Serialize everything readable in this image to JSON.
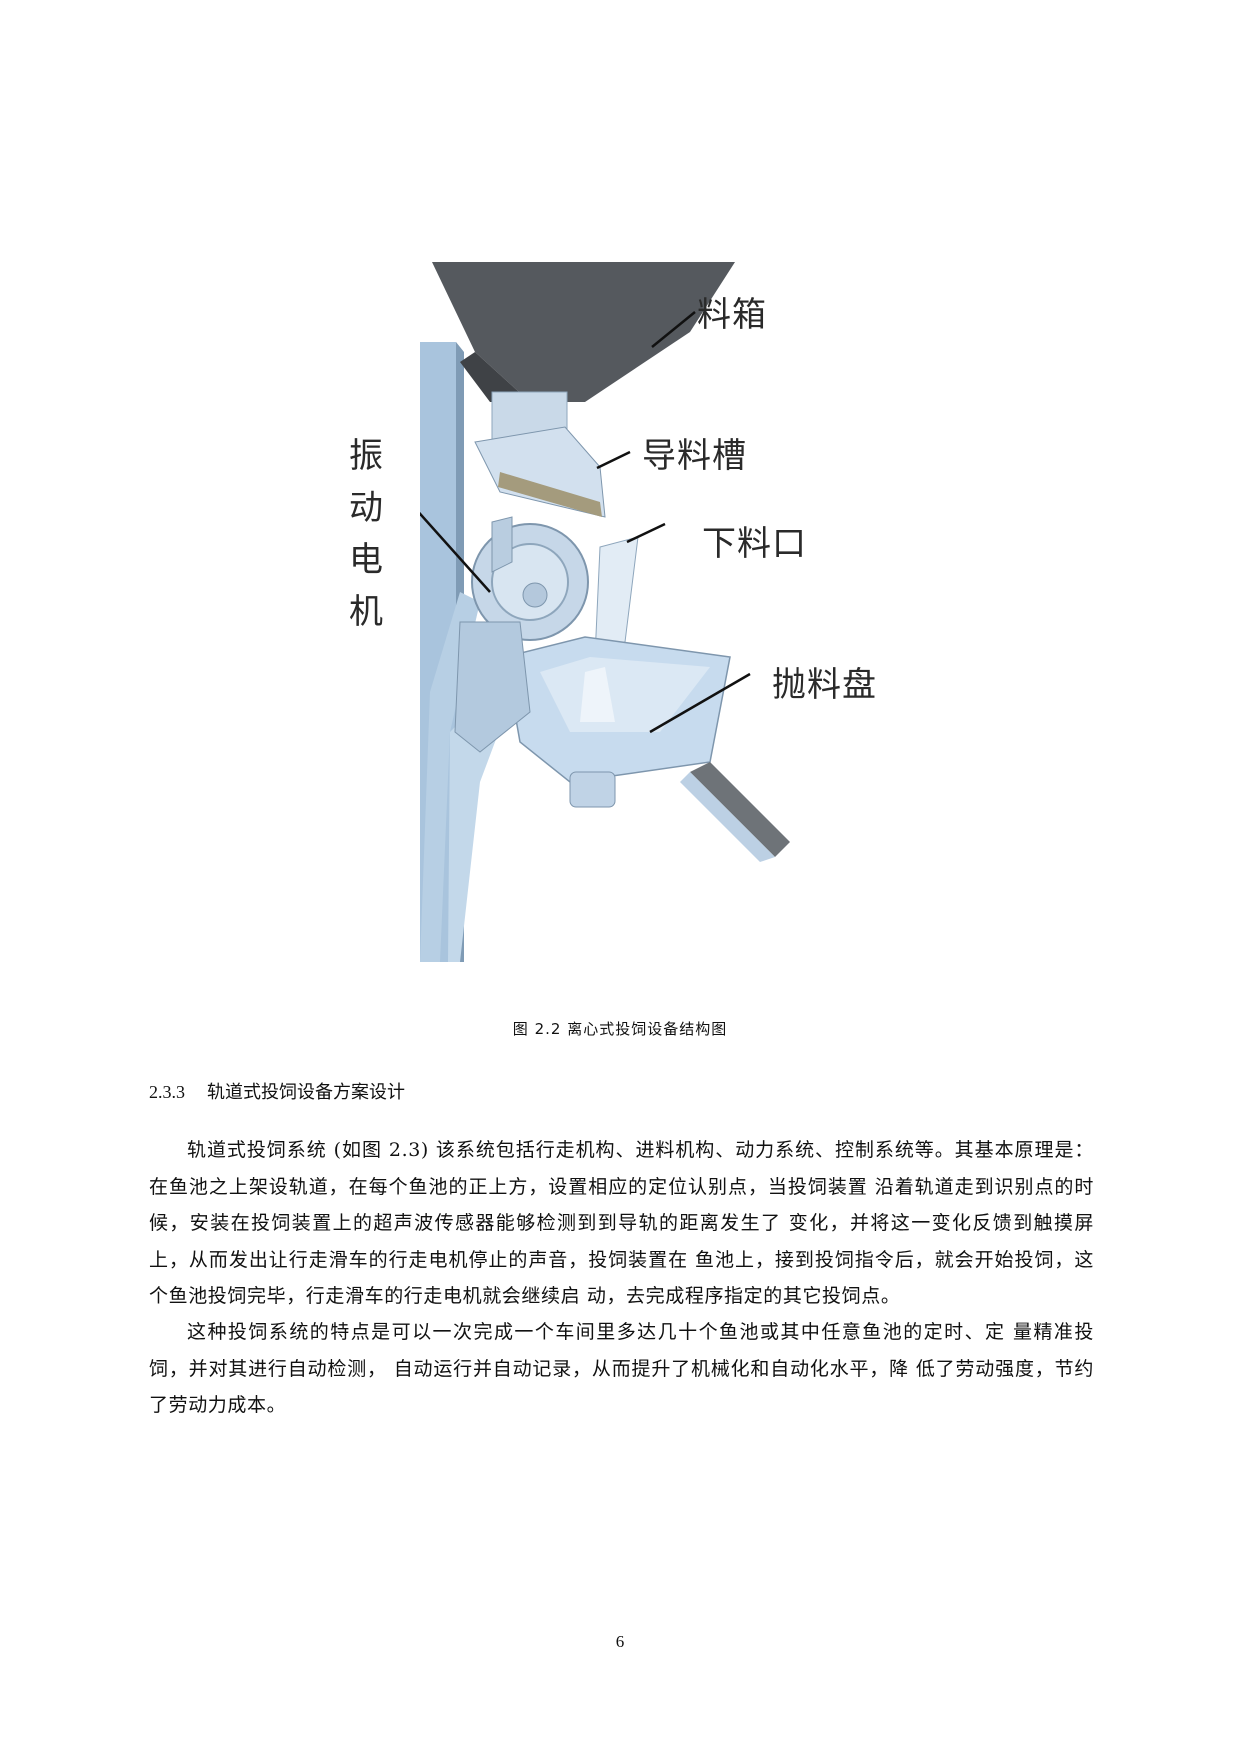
{
  "figure": {
    "labels": {
      "hopper": "料箱",
      "guide_trough": "导料槽",
      "outlet": "下料口",
      "vibration_motor": "振动电机",
      "throwing_disc": "抛料盘"
    },
    "caption": "图 2.2 离心式投饲设备结构图"
  },
  "section": {
    "number": "2.3.3",
    "title": "轨道式投饲设备方案设计"
  },
  "paragraphs": [
    "轨道式投饲系统 (如图 2.3) 该系统包括行走机构、进料机构、动力系统、控制系统等。其基本原理是：在鱼池之上架设轨道，在每个鱼池的正上方，设置相应的定位认别点，当投饲装置 沿着轨道走到识别点的时候，安装在投饲装置上的超声波传感器能够检测到到导轨的距离发生了 变化，并将这一变化反馈到触摸屏上，从而发出让行走滑车的行走电机停止的声音，投饲装置在 鱼池上，接到投饲指令后，就会开始投饲，这个鱼池投饲完毕，行走滑车的行走电机就会继续启 动，去完成程序指定的其它投饲点。",
    "这种投饲系统的特点是可以一次完成一个车间里多达几十个鱼池或其中任意鱼池的定时、定 量精准投饲，并对其进行自动检测， 自动运行并自动记录，从而提升了机械化和自动化水平，降 低了劳动强度，节约了劳动力成本。"
  ],
  "page_number": "6"
}
